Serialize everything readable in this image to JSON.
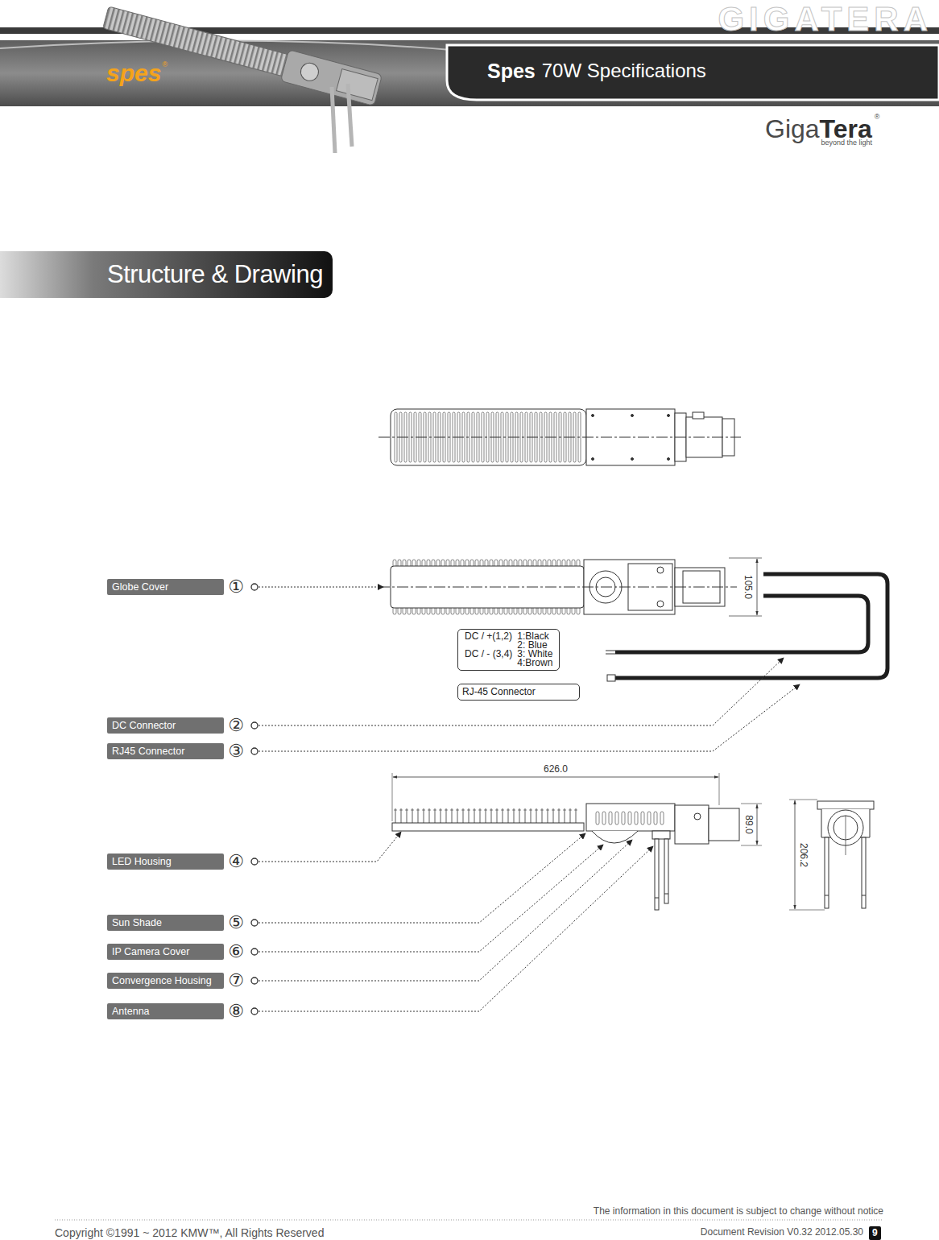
{
  "diagram": {
    "title": "Structure & Drawing",
    "nodes": [
      {
        "text": [
          "Globe Cover"
        ]
      },
      {
        "text": [
          "DC / +(1,2)",
          "1:Black",
          "2: Blue",
          "DC / - (3,4)",
          "3: White",
          "4:Brown"
        ]
      },
      {
        "text": [
          "RJ-45 Connector"
        ]
      },
      {
        "text": [
          "DC Connector"
        ]
      },
      {
        "text": [
          "RJ45 Connector"
        ]
      },
      {
        "text": [
          "LED Housing"
        ]
      },
      {
        "text": [
          "Sun Shade"
        ]
      },
      {
        "text": [
          "IP Camera Cover"
        ]
      },
      {
        "text": [
          "Convergence Housing"
        ]
      },
      {
        "text": [
          "Antenna"
        ]
      },
      {
        "text": [
          "9"
        ]
      }
    ],
    "labels": [
      "GIGATERA",
      "spes",
      "®",
      "Spes",
      "70W Specifications",
      "Giga",
      "Tera",
      "®",
      "beyond the light",
      "105.0",
      "626.0",
      "89.0",
      "206.2",
      "①",
      "②",
      "③",
      "④",
      "⑤",
      "⑥",
      "⑦",
      "⑧",
      "The information in this document is subject to change without notice",
      "Copyright ©1991 ~ 2012 KMW™,  All Rights Reserved",
      "Document Revision V0.32 2012.05.30"
    ]
  }
}
